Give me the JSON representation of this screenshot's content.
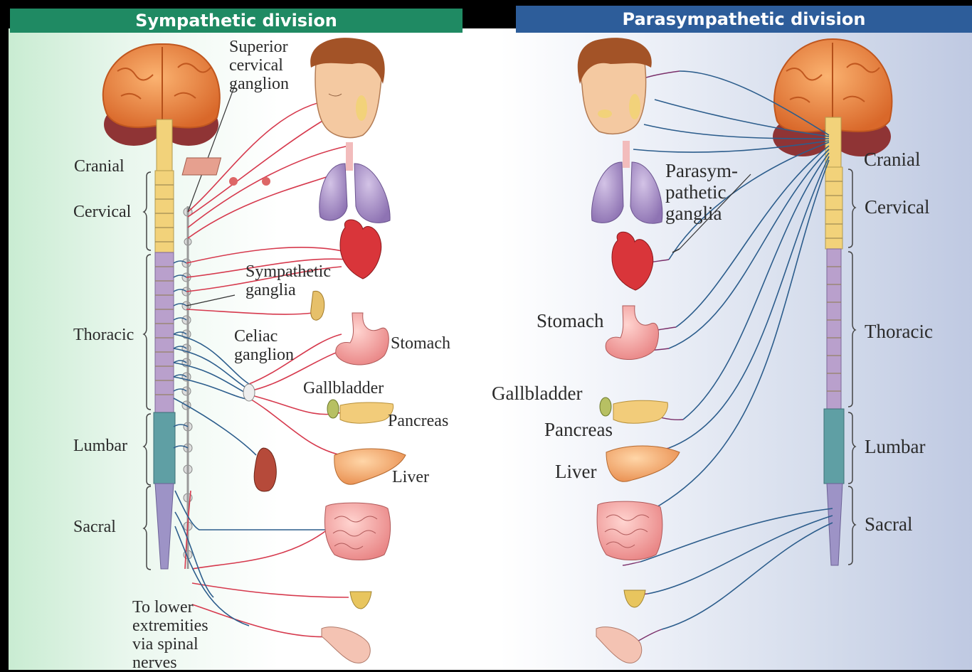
{
  "sympathetic": {
    "banner": "Sympathetic division",
    "regions": {
      "cranial": "Cranial",
      "cervical": "Cervical",
      "thoracic": "Thoracic",
      "lumbar": "Lumbar",
      "sacral": "Sacral"
    },
    "labels": {
      "superior_cervical_ganglion": [
        "Superior",
        "cervical",
        "ganglion"
      ],
      "sympathetic_ganglia": [
        "Sympathetic",
        "ganglia"
      ],
      "celiac_ganglion": [
        "Celiac",
        "ganglion"
      ],
      "stomach": "Stomach",
      "gallbladder": "Gallbladder",
      "pancreas": "Pancreas",
      "liver": "Liver",
      "lower_extremities": [
        "To lower",
        "extremities",
        "via spinal",
        "nerves"
      ]
    }
  },
  "parasympathetic": {
    "banner": "Parasympathetic division",
    "regions": {
      "cranial": "Cranial",
      "cervical": "Cervical",
      "thoracic": "Thoracic",
      "lumbar": "Lumbar",
      "sacral": "Sacral"
    },
    "labels": {
      "parasympathetic_ganglia": [
        "Parasym-",
        "pathetic",
        "ganglia"
      ],
      "stomach": "Stomach",
      "gallbladder": "Gallbladder",
      "pancreas": "Pancreas",
      "liver": "Liver"
    }
  },
  "colors": {
    "symp_banner": "#1f8a63",
    "para_banner": "#2d5d9a",
    "nerve_red": "#d6394d",
    "nerve_blue": "#2c5d8c",
    "brain": "#f08a3c",
    "cerebellum": "#9a3b3b",
    "cervical_cord": "#f2d27a",
    "thoracic_cord": "#b9a0cc",
    "lumbar_cord": "#5f9fa4",
    "sacral_cord": "#9d93c6",
    "lung": "#a48bc4",
    "heart": "#d9353a",
    "organ_pink": "#f4a0a0",
    "liver": "#f2aa70"
  }
}
